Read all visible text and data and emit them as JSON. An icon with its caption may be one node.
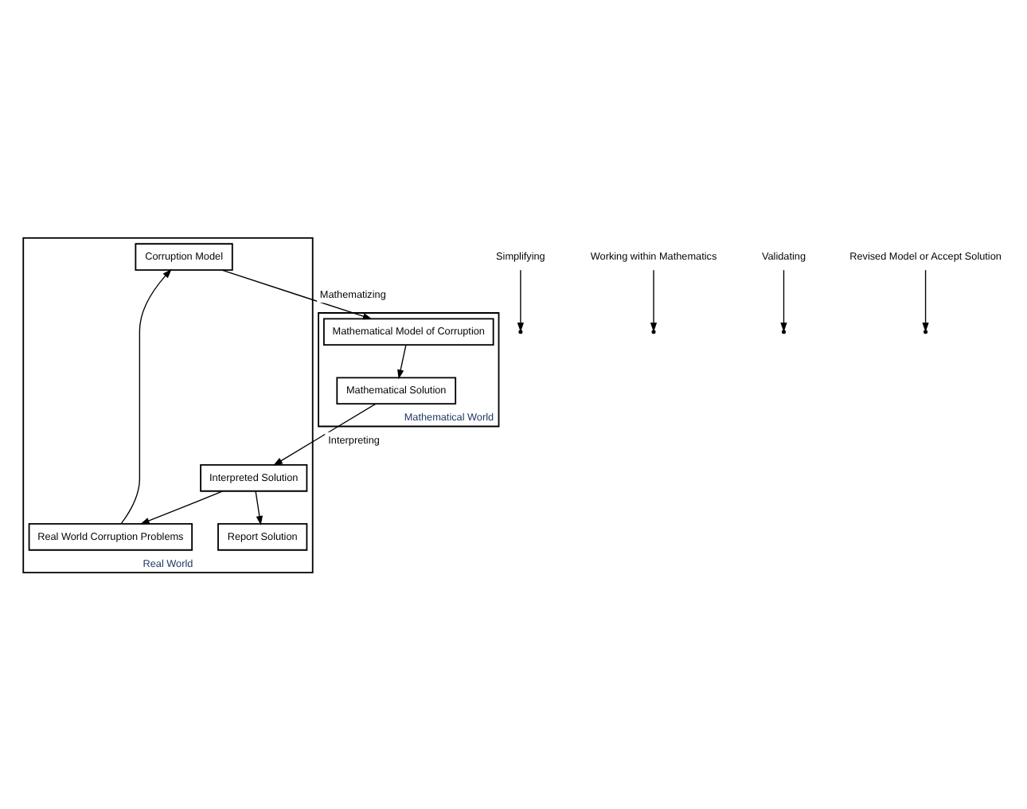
{
  "diagram": {
    "nodes": [
      {
        "text": [
          "Real World"
        ]
      },
      {
        "text": [
          "Corruption Model"
        ],
        "in": 0
      },
      {
        "text": [
          "Real World Corruption Problems"
        ],
        "in": 0
      },
      {
        "text": [
          "Report Solution"
        ],
        "in": 0
      },
      {
        "text": [
          "Interpreted Solution"
        ],
        "in": 0
      },
      {
        "text": [
          "Mathematical World"
        ]
      },
      {
        "text": [
          "Mathematical Model of Corruption"
        ],
        "in": 5
      },
      {
        "text": [
          "Mathematical Solution"
        ],
        "in": 5
      },
      {
        "text": [
          "Simplifying"
        ]
      },
      {
        "text": [
          "Working within Mathematics"
        ]
      },
      {
        "text": [
          "Validating"
        ]
      },
      {
        "text": [
          "Revised Model or Accept Solution"
        ]
      }
    ],
    "edges": [
      {
        "from": 1,
        "to": 6,
        "arrow": "to",
        "label": "Mathematizing"
      },
      {
        "from": 6,
        "to": 7,
        "arrow": "to"
      },
      {
        "from": 7,
        "to": 4,
        "arrow": "to",
        "label": "Interpreting"
      },
      {
        "from": 4,
        "to": 2,
        "arrow": "to"
      },
      {
        "from": 2,
        "to": 1,
        "arrow": "to"
      },
      {
        "from": 4,
        "to": 3,
        "arrow": "to"
      },
      {
        "from": 8,
        "to": null,
        "arrow": "to"
      },
      {
        "from": 9,
        "to": null,
        "arrow": "to"
      },
      {
        "from": 10,
        "to": null,
        "arrow": "to"
      },
      {
        "from": 11,
        "to": null,
        "arrow": "to"
      }
    ]
  }
}
